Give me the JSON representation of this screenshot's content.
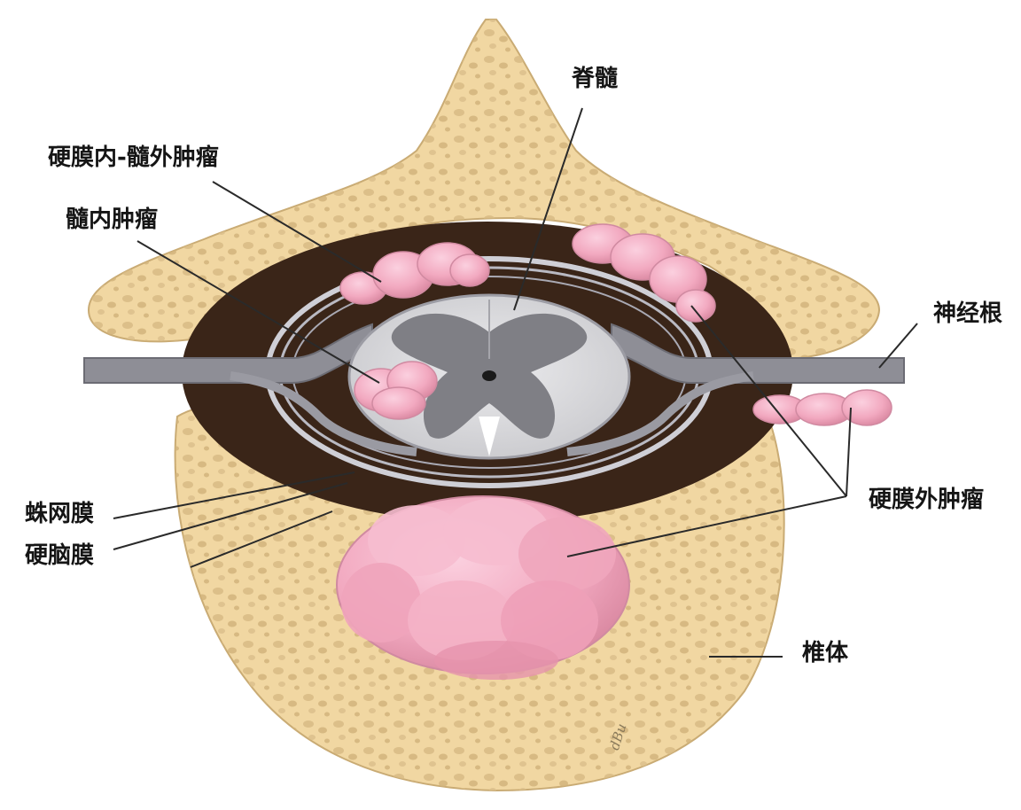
{
  "labels": {
    "spinal_cord": "脊髓",
    "intradural_extramedullary_tumor": "硬膜内-髓外肿瘤",
    "intramedullary_tumor": "髓内肿瘤",
    "nerve_root": "神经根",
    "extradural_tumor": "硬膜外肿瘤",
    "arachnoid": "蛛网膜",
    "dura_mater": "硬脑膜",
    "vertebral_body": "椎体"
  },
  "signature": "dBu",
  "colors": {
    "bone": "#f1d7a2",
    "bone_outline": "#c9ab74",
    "bone_pore": "#d6b983",
    "epidural_space": "#3a2518",
    "membrane": "#cfcfd6",
    "cord_white_matter": "#dcdcde",
    "cord_gray_matter": "#7f7f85",
    "tumor": "#f2a9c0",
    "tumor_shade": "#d98aa6",
    "leader_line": "#2a2a2a"
  }
}
